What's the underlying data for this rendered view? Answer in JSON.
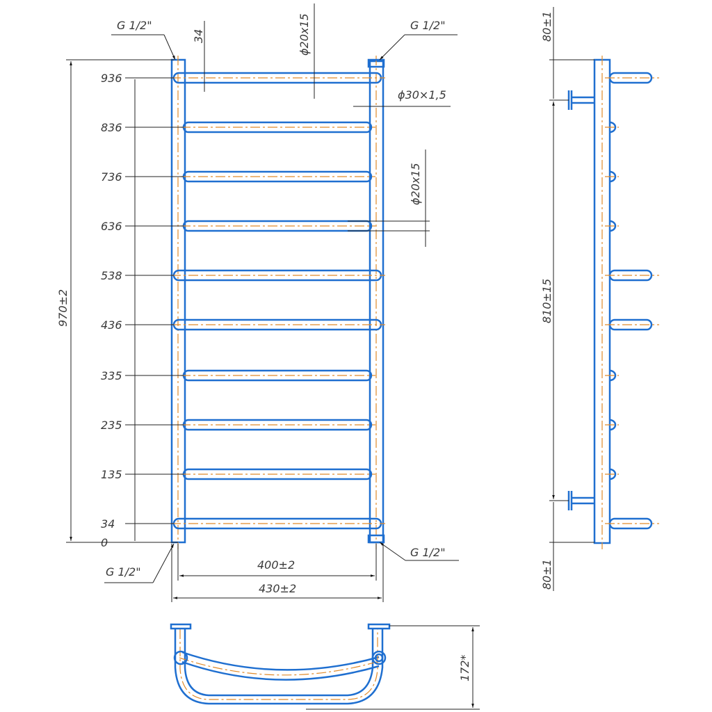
{
  "title_hidden": "",
  "front_view": {
    "rail_labels": [
      "936",
      "836",
      "736",
      "636",
      "538",
      "436",
      "335",
      "235",
      "135",
      "34",
      "0"
    ],
    "height_dim": "970±2",
    "top_offset_dim": "34",
    "rail_tube_top": "ϕ20x15",
    "rail_tube_mid": "ϕ20x15",
    "upright_tube": "ϕ30×1,5",
    "connection_top_left": "G 1/2\"",
    "connection_top_right": "G 1/2\"",
    "connection_bottom_left": "G 1/2\"",
    "connection_bottom_right": "G 1/2\"",
    "width_inner_dim": "400±2",
    "width_outer_dim": "430±2"
  },
  "side_view": {
    "top_dim": "80±1",
    "center_dim": "810±15",
    "bottom_dim": "80±1"
  },
  "top_view": {
    "depth_dim": "172*"
  },
  "colors": {
    "tube": "#1f6fd0",
    "axis": "#e08a2a",
    "dimension": "#222222"
  }
}
